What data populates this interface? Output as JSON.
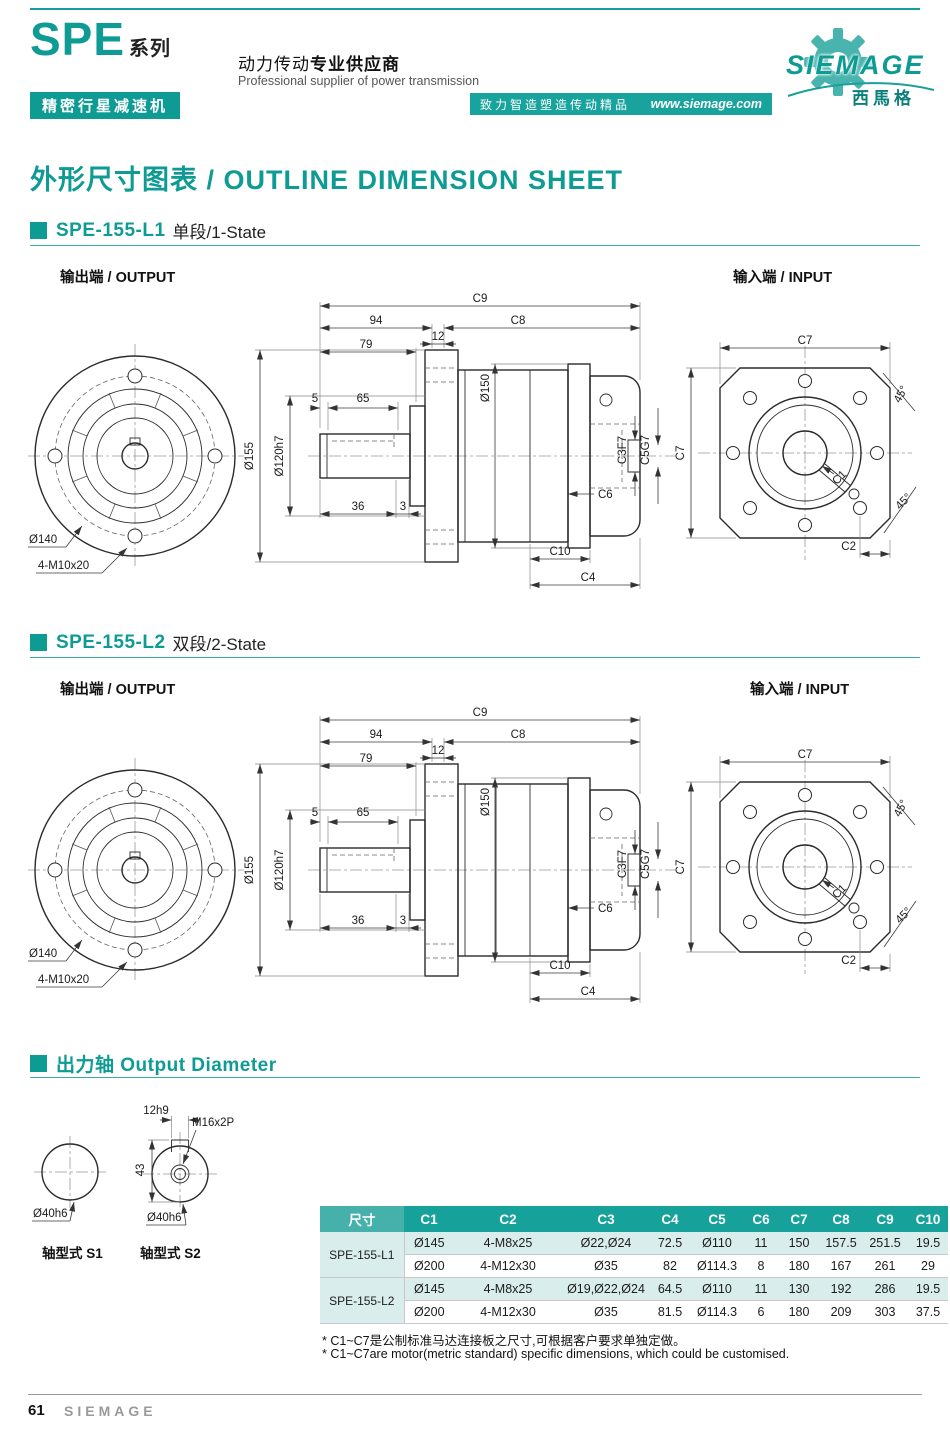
{
  "header": {
    "brand": "SPE",
    "brand_suffix": "系列",
    "badge": "精密行星减速机",
    "tagline_zh_regular": "动力传动",
    "tagline_zh_bold": "专业供应商",
    "tagline_en": "Professional supplier of power transmission",
    "banner": "致力智造塑造传动精品",
    "website": "www.siemage.com",
    "logo": "SIEMAGE",
    "logo_cn": "西馬格"
  },
  "title": "外形尺寸图表 / OUTLINE DIMENSION SHEET",
  "section1": {
    "name": "SPE-155-L1",
    "type": "单段/1-State"
  },
  "section2": {
    "name": "SPE-155-L2",
    "type": "双段/2-State"
  },
  "section3": {
    "name": "出力轴 Output Diameter"
  },
  "views": {
    "output": "输出端 / OUTPUT",
    "input": "输入端 / INPUT"
  },
  "dims": {
    "c9": "C9",
    "d94": "94",
    "d12": "12",
    "c8": "C8",
    "d79": "79",
    "d150": "Ø150",
    "d5": "5",
    "d65": "65",
    "d155": "Ø155",
    "d120": "Ø120h7",
    "c3": "C3F7",
    "c5": "C5G7",
    "c6": "C6",
    "d36": "36",
    "d3": "3",
    "c10": "C10",
    "c4": "C4",
    "c7": "C7",
    "a45": "45°",
    "c1": "C1",
    "c2": "C2",
    "d140": "Ø140",
    "m10": "4-M10x20"
  },
  "shaft": {
    "d12h9": "12h9",
    "m16": "M16x2P",
    "d43": "43",
    "d40": "Ø40h6",
    "d40b": "Ø40h6",
    "s1": "轴型式 S1",
    "s2": "轴型式 S2"
  },
  "table": {
    "headers": [
      "尺寸",
      "C1",
      "C2",
      "C3",
      "C4",
      "C5",
      "C6",
      "C7",
      "C8",
      "C9",
      "C10"
    ],
    "groups": [
      {
        "model": "SPE-155-L1",
        "rows": [
          [
            "Ø145",
            "4-M8x25",
            "Ø22,Ø24",
            "72.5",
            "Ø110",
            "11",
            "150",
            "157.5",
            "251.5",
            "19.5"
          ],
          [
            "Ø200",
            "4-M12x30",
            "Ø35",
            "82",
            "Ø114.3",
            "8",
            "180",
            "167",
            "261",
            "29"
          ]
        ]
      },
      {
        "model": "SPE-155-L2",
        "rows": [
          [
            "Ø145",
            "4-M8x25",
            "Ø19,Ø22,Ø24",
            "64.5",
            "Ø110",
            "11",
            "130",
            "192",
            "286",
            "19.5"
          ],
          [
            "Ø200",
            "4-M12x30",
            "Ø35",
            "81.5",
            "Ø114.3",
            "6",
            "180",
            "209",
            "303",
            "37.5"
          ]
        ]
      }
    ],
    "note_zh": "* C1~C7是公制标准马达连接板之尺寸,可根据客户要求单独定做。",
    "note_en": "* C1~C7are motor(metric standard)  specific dimensions, which could be customised."
  },
  "footer": {
    "page": "61",
    "brand": "SIEMAGE"
  }
}
